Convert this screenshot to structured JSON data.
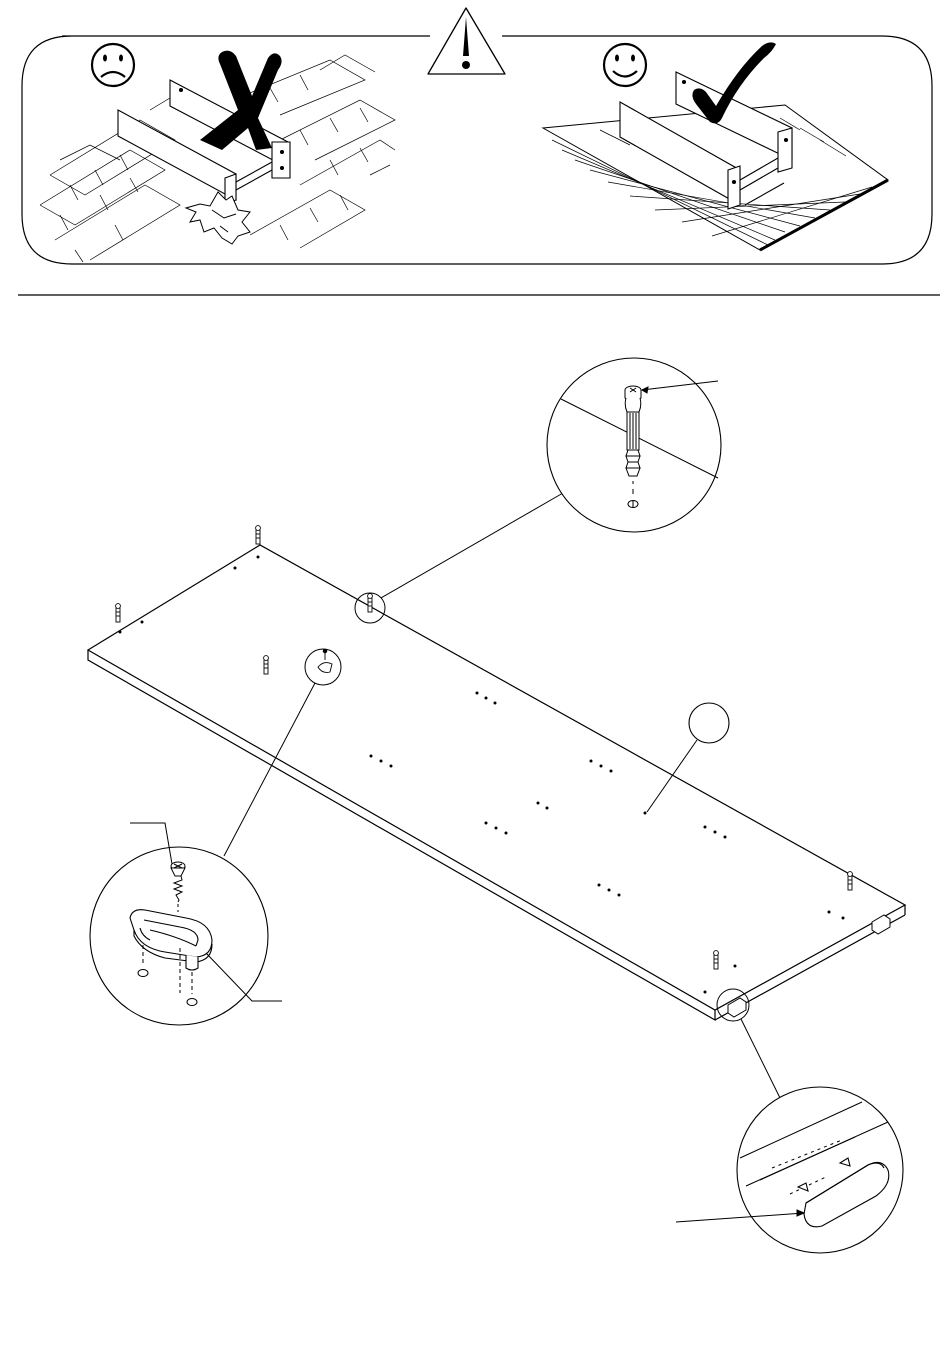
{
  "page": {
    "background": "#ffffff",
    "ink": "#000000"
  },
  "warning_banner": {
    "left_panel_icon": "sad-face-icon",
    "left_mark_icon": "cross-mark-icon",
    "center_icon": "warning-triangle-icon",
    "right_panel_icon": "happy-face-icon",
    "right_mark_icon": "check-mark-icon",
    "left_floor": "brick-floor",
    "right_floor": "wooden-plank-floor"
  },
  "main_diagram": {
    "board": "long-panel-board",
    "hardware": [
      "cam-dowel-icon",
      "screw-icon",
      "plastic-bracket-icon",
      "glide-pad-icon"
    ],
    "callout_part_circle": ""
  }
}
